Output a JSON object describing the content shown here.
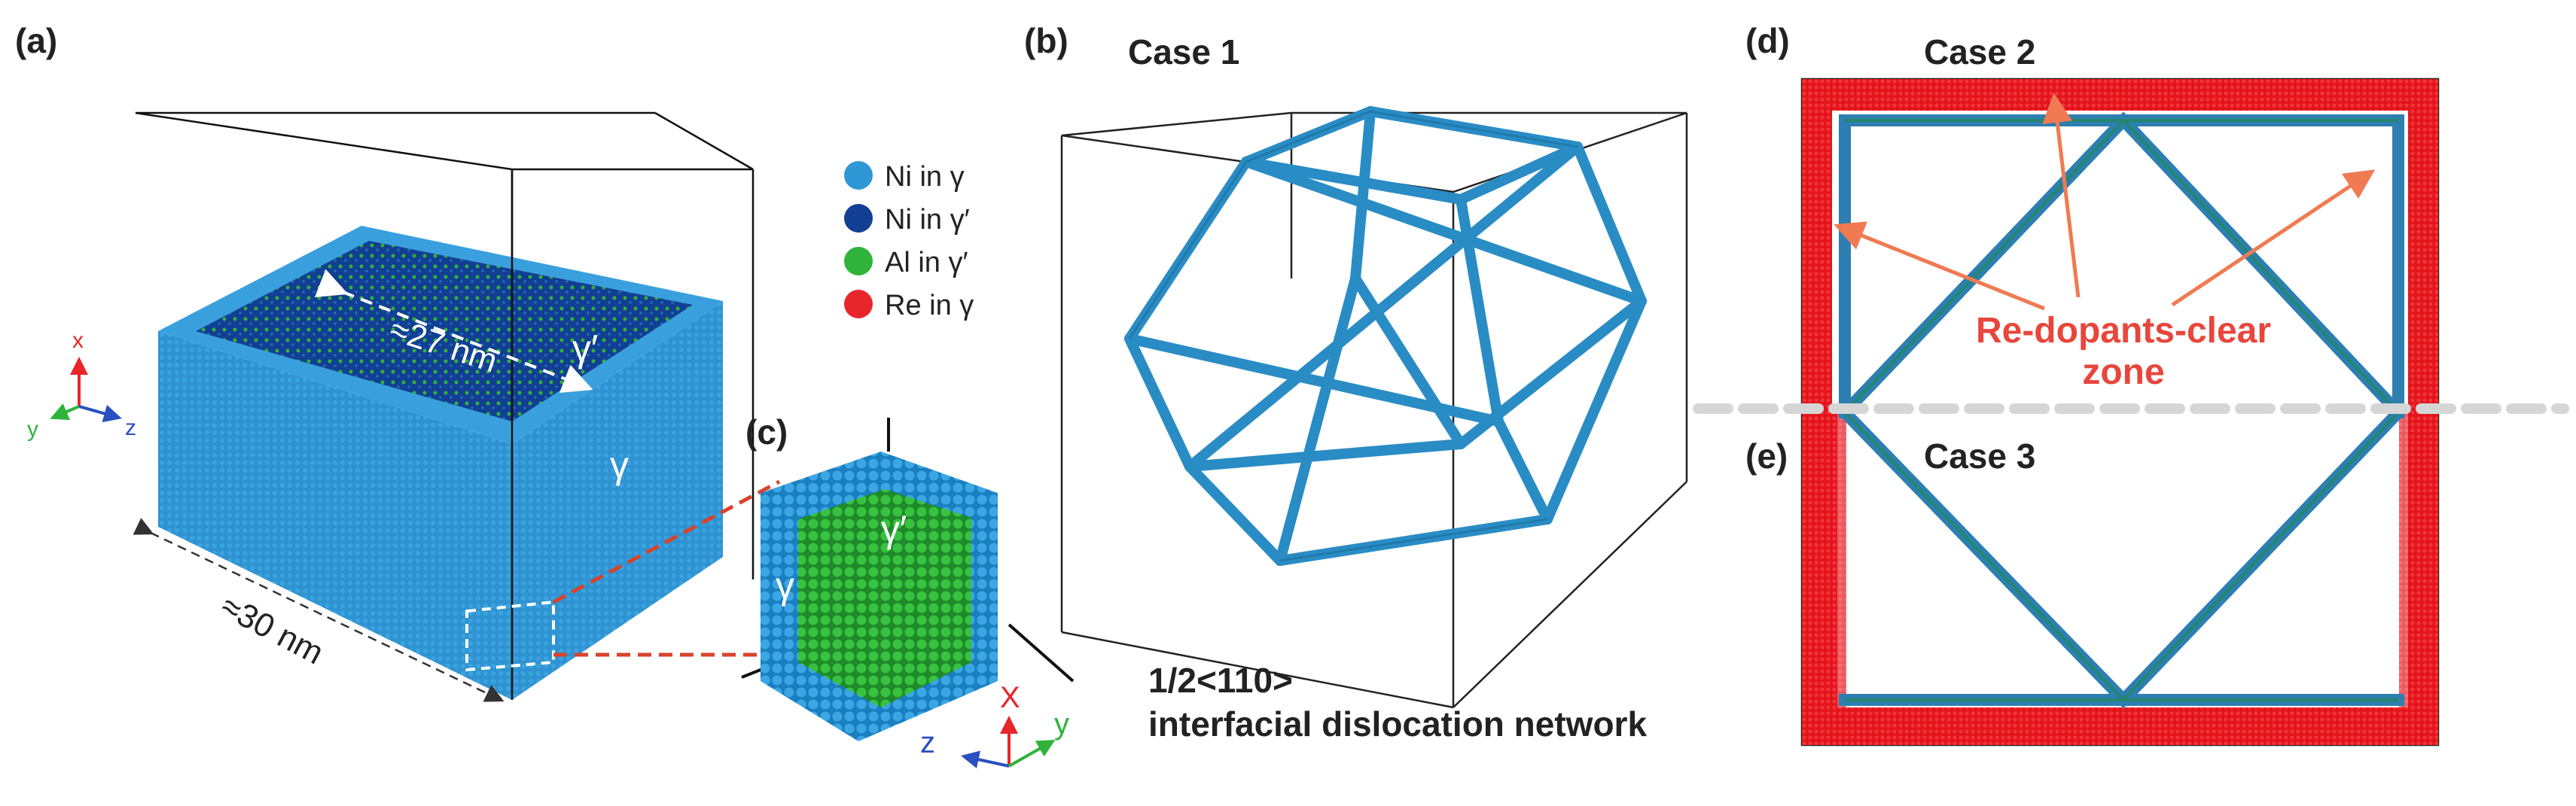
{
  "panels": {
    "a": {
      "label": "(a)",
      "dim_top": "≈27 nm",
      "dim_bottom": "≈30 nm",
      "phase_gamma_prime": "γ′",
      "phase_gamma": "γ",
      "axes": {
        "x": "x",
        "y": "y",
        "z": "z"
      }
    },
    "b": {
      "label": "(b)",
      "case": "Case 1",
      "caption_line1": "1/2<110>",
      "caption_line2": "interfacial dislocation network"
    },
    "c": {
      "label": "(c)",
      "phase_gamma_prime": "γ′",
      "phase_gamma": "γ",
      "axes": {
        "x": "X",
        "y": "y",
        "z": "z"
      }
    },
    "d": {
      "label": "(d)",
      "case": "Case 2",
      "annotation_line1": "Re-dopants-clear",
      "annotation_line2": "zone"
    },
    "e": {
      "label": "(e)",
      "case": "Case 3"
    }
  },
  "legend": [
    {
      "label": "Ni in γ",
      "color": "#2f97d5"
    },
    {
      "label": "Ni in γ′",
      "color": "#123f93"
    },
    {
      "label": "Al in γ′",
      "color": "#2fb33a"
    },
    {
      "label": "Re in γ",
      "color": "#e8262a"
    }
  ],
  "colors": {
    "gamma": "#2f97d5",
    "gamma_prime_ni": "#123f93",
    "al": "#2fb33a",
    "re": "#e8262a",
    "network": "#2a8cc4",
    "arrow": "#f07a52",
    "annotation_text": "#e8463c"
  }
}
